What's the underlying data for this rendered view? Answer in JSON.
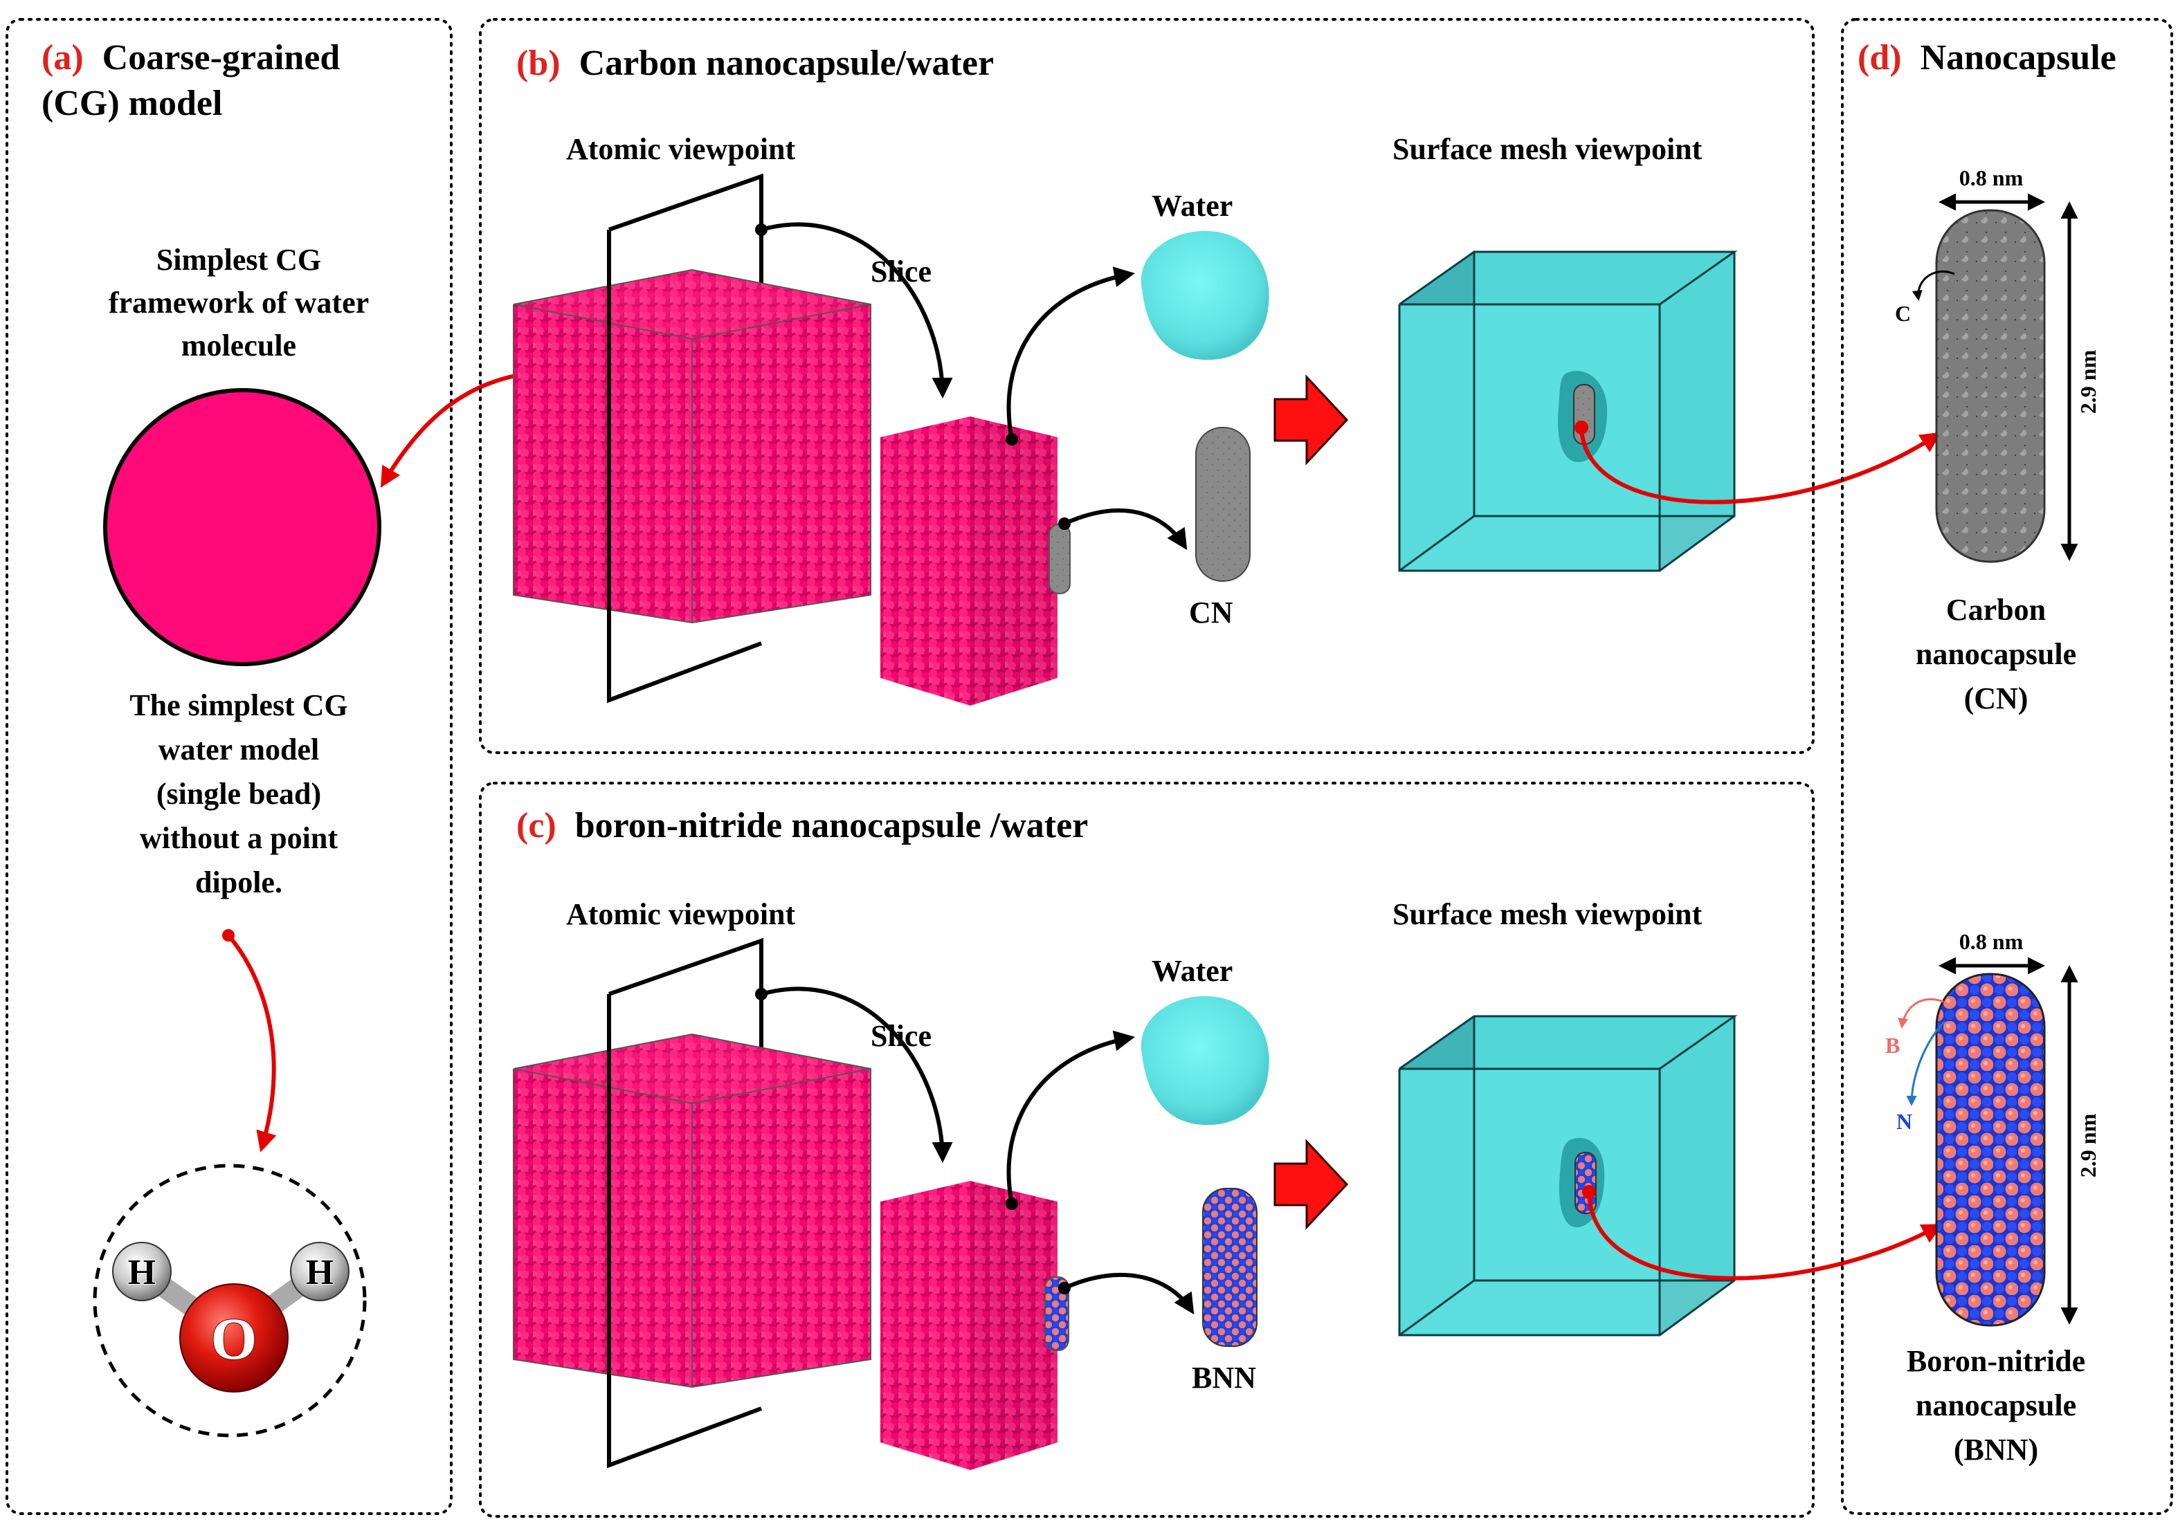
{
  "panel_a": {
    "tag": "(a)",
    "title_line1": "Coarse-grained",
    "title_line2": "(CG) model",
    "framework_line1": "Simplest CG",
    "framework_line2": "framework of water",
    "framework_line3": "molecule",
    "desc_line1": "The simplest CG",
    "desc_line2": "water model",
    "desc_line3": "(single bead)",
    "desc_line4": "without a point",
    "desc_line5": "dipole.",
    "atom_h": "H",
    "atom_o": "O"
  },
  "panel_b": {
    "tag": "(b)",
    "title": "Carbon nanocapsule/water",
    "atomic_label": "Atomic viewpoint",
    "surface_label": "Surface mesh viewpoint",
    "slice_label": "Slice",
    "water_label": "Water",
    "capsule_label": "CN"
  },
  "panel_c": {
    "tag": "(c)",
    "title": "boron-nitride nanocapsule /water",
    "atomic_label": "Atomic viewpoint",
    "surface_label": "Surface mesh viewpoint",
    "slice_label": "Slice",
    "water_label": "Water",
    "capsule_label": "BNN"
  },
  "panel_d": {
    "tag": "(d)",
    "title": "Nanocapsule",
    "cn_width": "0.8 nm",
    "cn_length": "2.9 nm",
    "cn_atom": "C",
    "cn_name_line1": "Carbon",
    "cn_name_line2": "nanocapsule",
    "cn_name_line3": "(CN)",
    "bnn_width": "0.8 nm",
    "bnn_length": "2.9 nm",
    "bnn_atom_b": "B",
    "bnn_atom_n": "N",
    "bnn_name_line1": "Boron-nitride",
    "bnn_name_line2": "nanocapsule",
    "bnn_name_line3": "(BNN)"
  },
  "colors": {
    "water_bead": "#ff0a78",
    "water_surface": "#5ee0e0",
    "carbon": "#777777",
    "boron": "#f07a74",
    "nitrogen": "#1c3fe0",
    "tag_red": "#e2211c"
  }
}
